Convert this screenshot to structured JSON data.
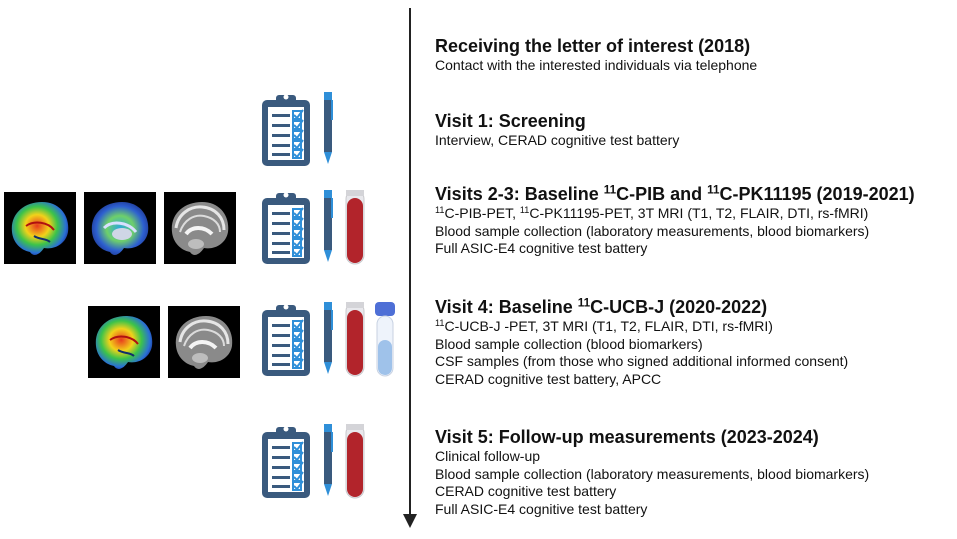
{
  "visits": [
    {
      "title": "Receiving the letter of interest (2018)",
      "lines": [
        "Contact with the interested individuals via telephone"
      ]
    },
    {
      "title": "Visit 1: Screening",
      "lines": [
        "Interview, CERAD cognitive test battery"
      ]
    },
    {
      "title": {
        "a": "Visits 2-3: Baseline ",
        "sup1": "11",
        "b": "C-PIB and ",
        "sup2": "11",
        "c": "C-PK11195 (2019-2021)"
      },
      "line1": {
        "sup1": "11",
        "a": "C-PIB-PET, ",
        "sup2": "11",
        "b": "C-PK11195-PET, 3T MRI (T1, T2, FLAIR, DTI, rs-fMRI)"
      },
      "lines": [
        "Blood sample collection (laboratory measurements, blood biomarkers)",
        "Full ASIC-E4 cognitive test battery"
      ]
    },
    {
      "title": {
        "a": "Visit 4: Baseline ",
        "sup1": "11",
        "b": "C-UCB-J (2020-2022)"
      },
      "line1": {
        "sup1": "11",
        "a": "C-UCB-J -PET, 3T MRI (T1, T2, FLAIR, DTI, rs-fMRI)"
      },
      "lines": [
        "Blood sample collection (blood biomarkers)",
        "CSF samples (from those who signed additional informed consent)",
        "CERAD cognitive test battery, APCC"
      ]
    },
    {
      "title": "Visit 5: Follow-up measurements (2023-2024)",
      "lines": [
        "Clinical follow-up",
        "Blood sample collection (laboratory measurements, blood biomarkers)",
        "CERAD cognitive test battery",
        "Full ASIC-E4 cognitive test battery"
      ]
    }
  ],
  "icons": {
    "checklist": "clipboard-checklist-icon",
    "pen": "pen-icon",
    "blood_tube": "blood-tube-icon",
    "csf_tube": "csf-tube-icon",
    "scans": [
      "pet-brain-scan",
      "pet-brain-scan",
      "mri-brain-scan"
    ]
  },
  "colors": {
    "icon_navy": "#3a5a7e",
    "icon_blue": "#2f8fd8",
    "blood": "#b2242b",
    "csf_cap": "#4e6fd6"
  }
}
